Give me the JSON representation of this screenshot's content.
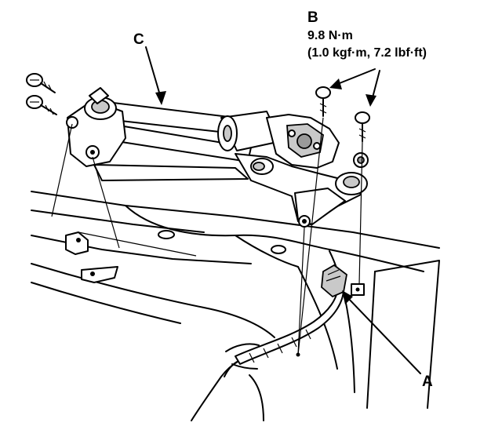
{
  "callouts": {
    "a": {
      "letter": "A"
    },
    "b": {
      "letter": "B",
      "torque_line1": "9.8 N·m",
      "torque_line2": "(1.0 kgf·m, 7.2 lbf·ft)"
    },
    "c": {
      "letter": "C"
    }
  }
}
